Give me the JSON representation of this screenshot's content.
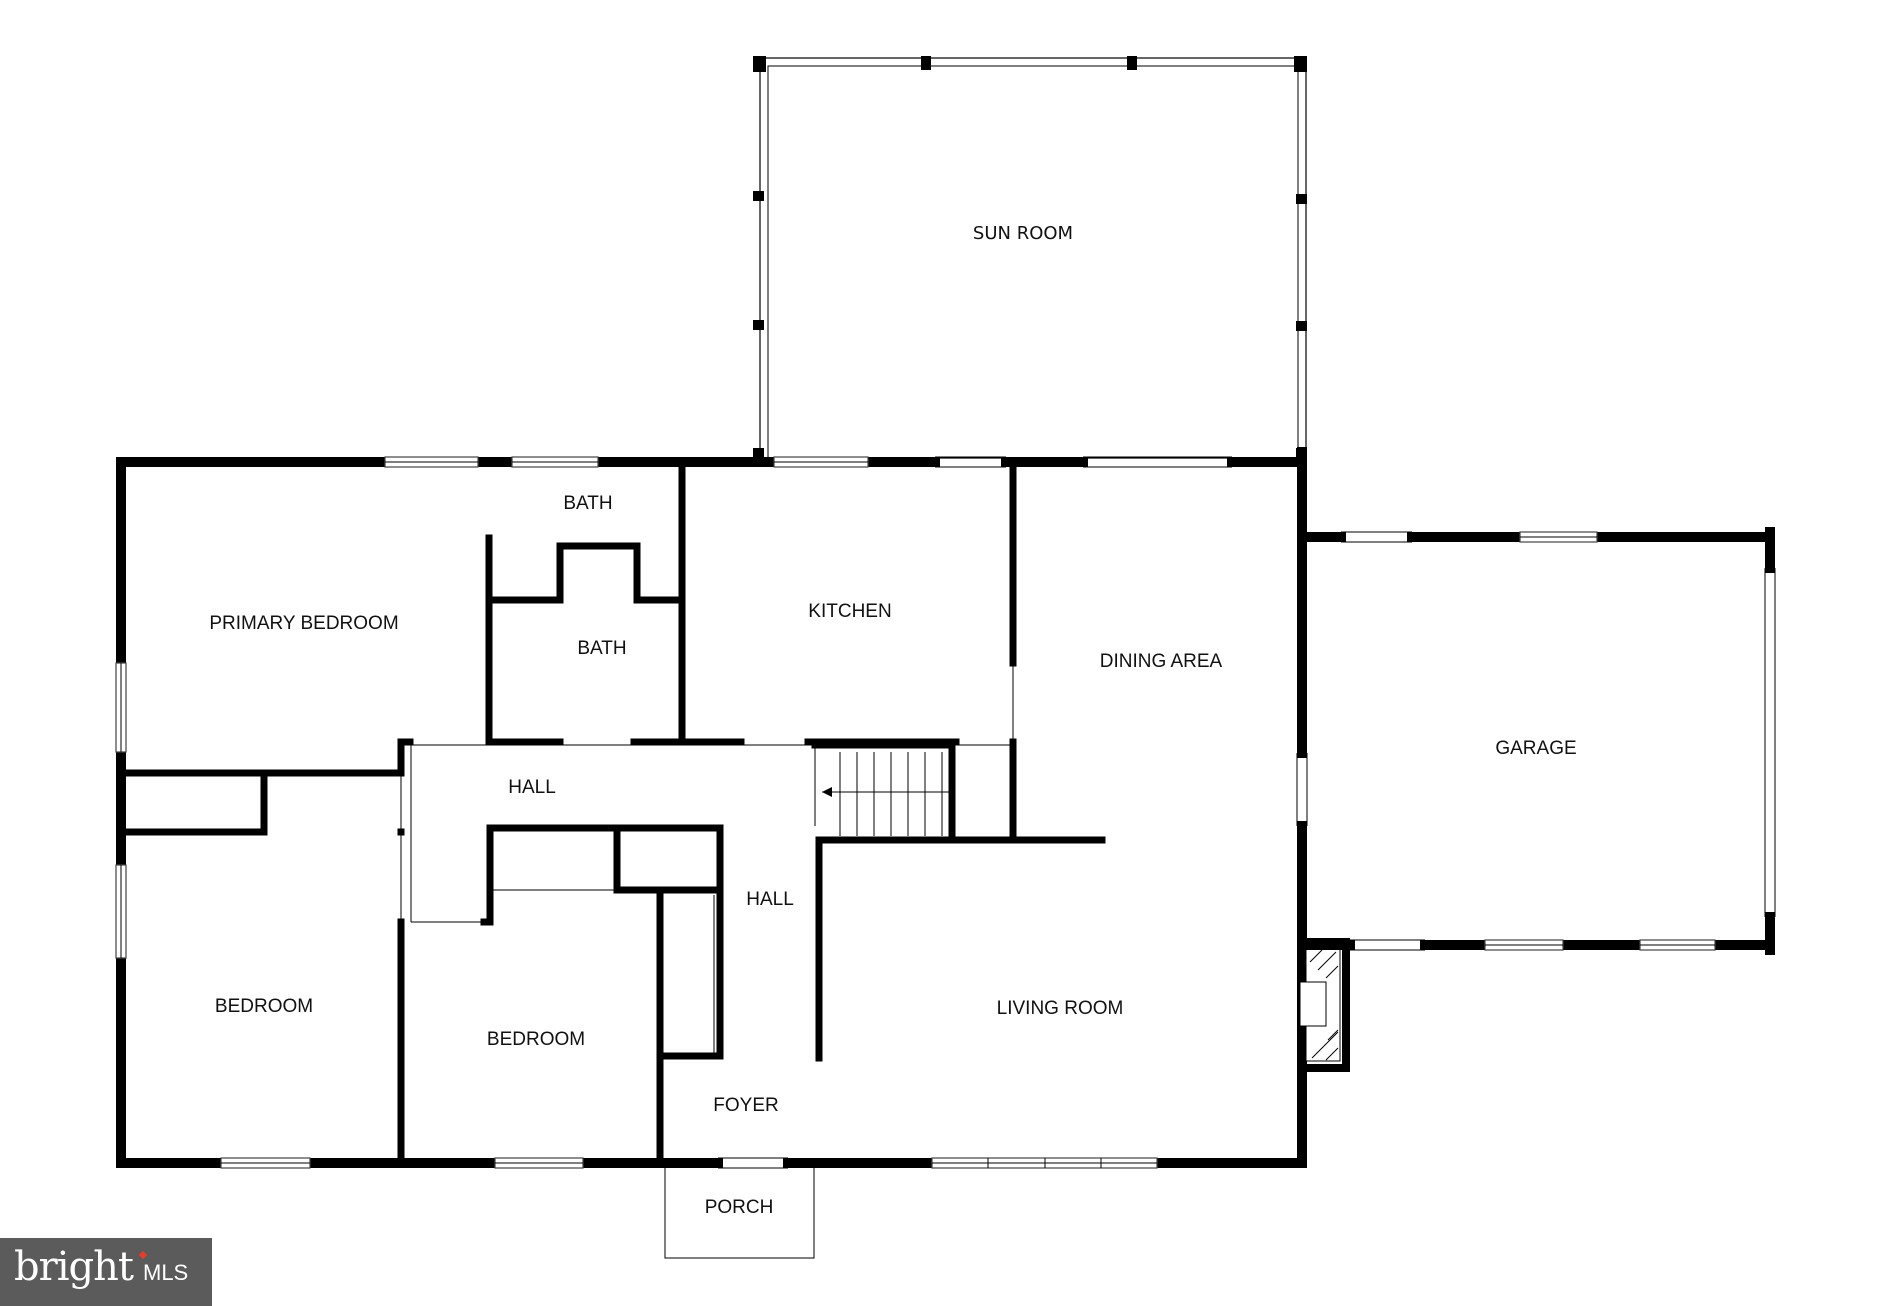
{
  "rooms": {
    "sun_room": "SUN ROOM",
    "bath_upper": "BATH",
    "bath_lower": "BATH",
    "primary_bedroom": "PRIMARY BEDROOM",
    "kitchen": "KITCHEN",
    "dining_area": "DINING AREA",
    "garage": "GARAGE",
    "hall_upper": "HALL",
    "hall_side": "HALL",
    "bedroom_left": "BEDROOM",
    "bedroom_mid": "BEDROOM",
    "living_room": "LIVING ROOM",
    "foyer": "FOYER",
    "porch": "PORCH"
  },
  "watermark": {
    "brand": "bright",
    "suffix": "MLS"
  },
  "colors": {
    "walls": "#000000",
    "background": "#ffffff",
    "logo_background": "#5b5b5b",
    "logo_accent": "#e23d2e"
  }
}
